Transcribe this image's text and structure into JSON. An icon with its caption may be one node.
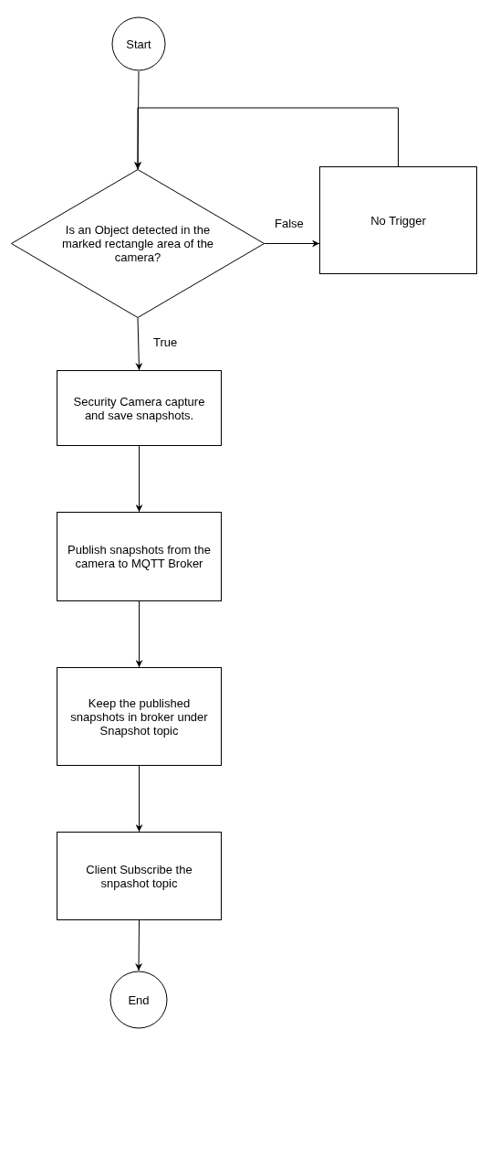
{
  "diagram": {
    "nodes": [
      {
        "text": [
          "Start"
        ]
      },
      {
        "text": [
          "Is an Object detected in the marked rectangle area of the camera?"
        ]
      },
      {
        "text": [
          "No Trigger"
        ]
      },
      {
        "text": [
          "Security Camera capture and save snapshots."
        ]
      },
      {
        "text": [
          "Publish snapshots from the camera to MQTT Broker"
        ]
      },
      {
        "text": [
          "Keep the published snapshots in broker under Snapshot topic"
        ]
      },
      {
        "text": [
          "Client Subscribe the snpashot topic"
        ]
      },
      {
        "text": [
          "End"
        ]
      }
    ],
    "edges": [
      {
        "from": 0,
        "to": 1,
        "arrow": "to"
      },
      {
        "from": 1,
        "to": 2,
        "arrow": "to",
        "label": "False"
      },
      {
        "from": 2,
        "to": 1,
        "arrow": "to"
      },
      {
        "from": 1,
        "to": 3,
        "arrow": "to",
        "label": "True"
      },
      {
        "from": 3,
        "to": 4,
        "arrow": "to"
      },
      {
        "from": 4,
        "to": 5,
        "arrow": "to"
      },
      {
        "from": 5,
        "to": 6,
        "arrow": "to"
      },
      {
        "from": 6,
        "to": 7,
        "arrow": "to"
      }
    ]
  }
}
